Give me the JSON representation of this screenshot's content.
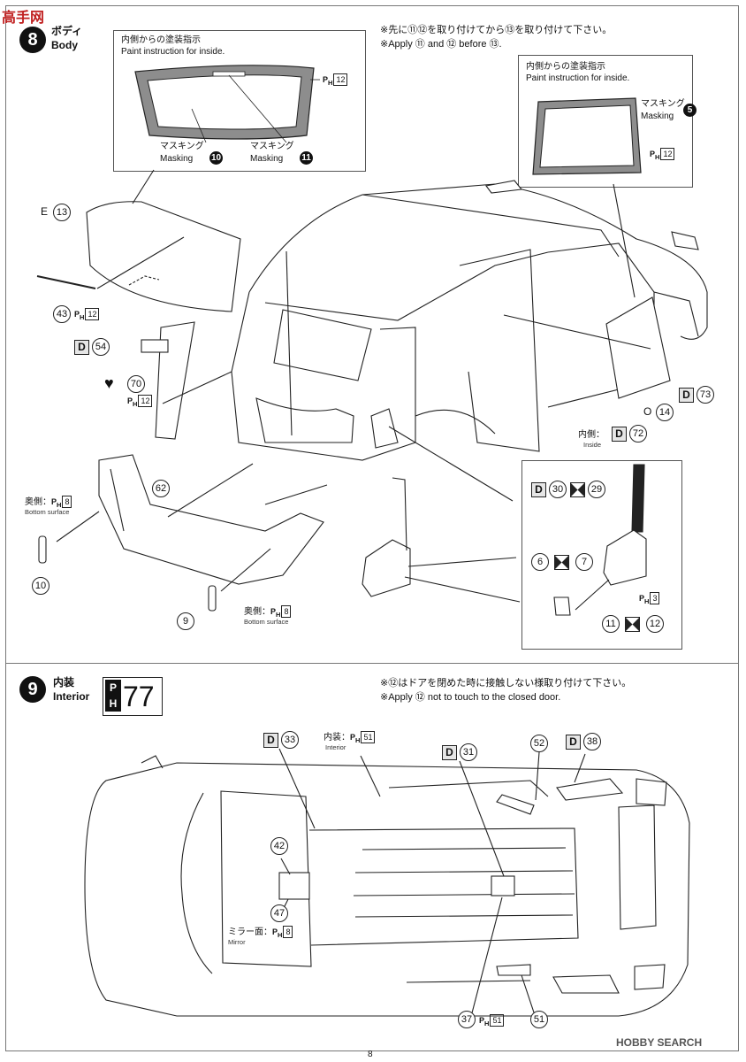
{
  "site_logo": "高手网",
  "watermark": "HOBBY SEARCH",
  "page_number": "8",
  "step8": {
    "number": "8",
    "title_jp": "ボディ",
    "title_en": "Body",
    "note_jp": "※先に⑪⑫を取り付けてから⑬を取り付けて下さい。",
    "note_en": "※Apply ⑪ and ⑫ before ⑬.",
    "inset_window": {
      "title_jp": "内側からの塗装指示",
      "title_en": "Paint instruction for inside.",
      "masking_jp": "マスキング",
      "masking_en": "Masking",
      "mask_a": "10",
      "mask_b": "11",
      "ph_code": "12"
    },
    "inset_side": {
      "title_jp": "内側からの塗装指示",
      "title_en": "Paint instruction for inside.",
      "masking_jp": "マスキング",
      "masking_en": "Masking",
      "mask": "5",
      "ph_code": "12"
    },
    "parts": {
      "rear_glass": "13",
      "rear_glass_letter": "E",
      "wiper": "43",
      "wiper_ph": "12",
      "d_badge": "54",
      "heart_part": "70",
      "heart_ph": "12",
      "bumper": "62",
      "bottom_jp": "奥側：",
      "bottom_en": "Bottom surface",
      "bottom_ph": "8",
      "reflector_l": "10",
      "reflector_r": "9",
      "side_glass": "14",
      "side_glass_letter": "O",
      "side_glass_d": "73",
      "inside_jp": "内側：",
      "inside_en": "Inside",
      "inside_d": "72"
    },
    "lamp_box": {
      "d_code": "30",
      "clear_code": "29",
      "part_a": "6",
      "part_a_clear": "7",
      "ph_code": "3",
      "part_b": "11",
      "part_b_clear": "12"
    }
  },
  "step9": {
    "number": "9",
    "title_jp": "内装",
    "title_en": "Interior",
    "ph_big": "77",
    "note_jp": "※⑫はドアを閉めた時に接触しない様取り付けて下さい。",
    "note_en": "※Apply ⑫ not to touch to the closed door.",
    "labels": {
      "d_a": "33",
      "interior_jp": "内装：",
      "interior_en": "Interior",
      "interior_ph": "51",
      "d_b": "31",
      "part_52": "52",
      "d_c": "38",
      "part_42": "42",
      "part_47": "47",
      "mirror_jp": "ミラー面：",
      "mirror_en": "Mirror",
      "mirror_ph": "8",
      "part_37": "37",
      "part_37_ph": "51",
      "part_51": "51"
    }
  }
}
